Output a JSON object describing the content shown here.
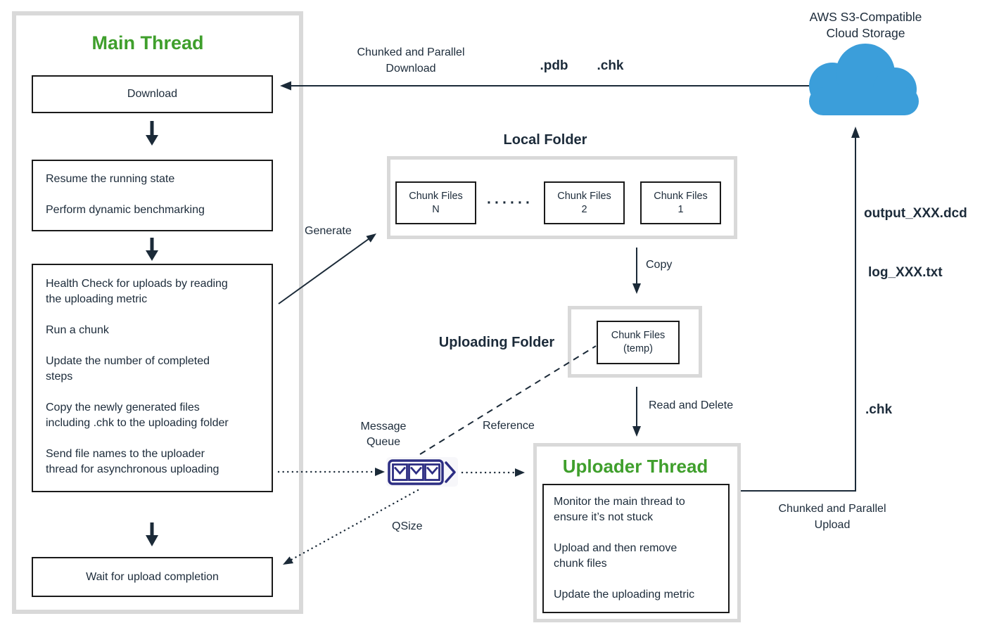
{
  "colors": {
    "title_green": "#3f9f2c",
    "text_dark_navy": "#1c2b3a",
    "container_border_gray": "#d9d9d9",
    "inner_box_border": "#1a1a1a",
    "cloud_blue": "#3b9eda",
    "message_queue_navy": "#2d2e83"
  },
  "cloud": {
    "line1": "AWS S3-Compatible",
    "line2": "Cloud Storage"
  },
  "main_thread": {
    "title": "Main Thread",
    "download": "Download",
    "resume_box": [
      "Resume the running state",
      "Perform dynamic benchmarking"
    ],
    "health_box": [
      [
        "Health Check for uploads by reading",
        "the uploading metric"
      ],
      [
        "Run a chunk"
      ],
      [
        "Update the number of completed",
        "steps"
      ],
      [
        "Copy the newly generated files",
        "including .chk to the uploading folder"
      ],
      [
        "Send file names to the uploader",
        "thread for asynchronous uploading"
      ]
    ],
    "wait": "Wait for upload completion"
  },
  "local_folder": {
    "title": "Local Folder",
    "chunk_n": [
      "Chunk Files",
      "N"
    ],
    "dots": "······",
    "chunk_2": [
      "Chunk Files",
      "2"
    ],
    "chunk_1": [
      "Chunk Files",
      "1"
    ]
  },
  "uploading_folder": {
    "title": "Uploading Folder",
    "chunk_temp": [
      "Chunk Files",
      "(temp)"
    ]
  },
  "uploader_thread": {
    "title": "Uploader Thread",
    "tasks": [
      [
        "Monitor the main thread to",
        "ensure it’s not stuck"
      ],
      [
        "Upload and then remove",
        "chunk files"
      ],
      [
        "Update the uploading metric"
      ]
    ]
  },
  "edges": {
    "download_label": [
      "Chunked and Parallel",
      "Download"
    ],
    "download_files": {
      "pdb": ".pdb",
      "chk": ".chk"
    },
    "generate": "Generate",
    "copy": "Copy",
    "read_and_delete": "Read and Delete",
    "message_queue": [
      "Message",
      "Queue"
    ],
    "reference": "Reference",
    "qsize": "QSize",
    "upload_label": [
      "Chunked and Parallel",
      "Upload"
    ],
    "upload_files": {
      "dcd": "output_XXX.dcd",
      "log": "log_XXX.txt",
      "chk": ".chk"
    }
  }
}
